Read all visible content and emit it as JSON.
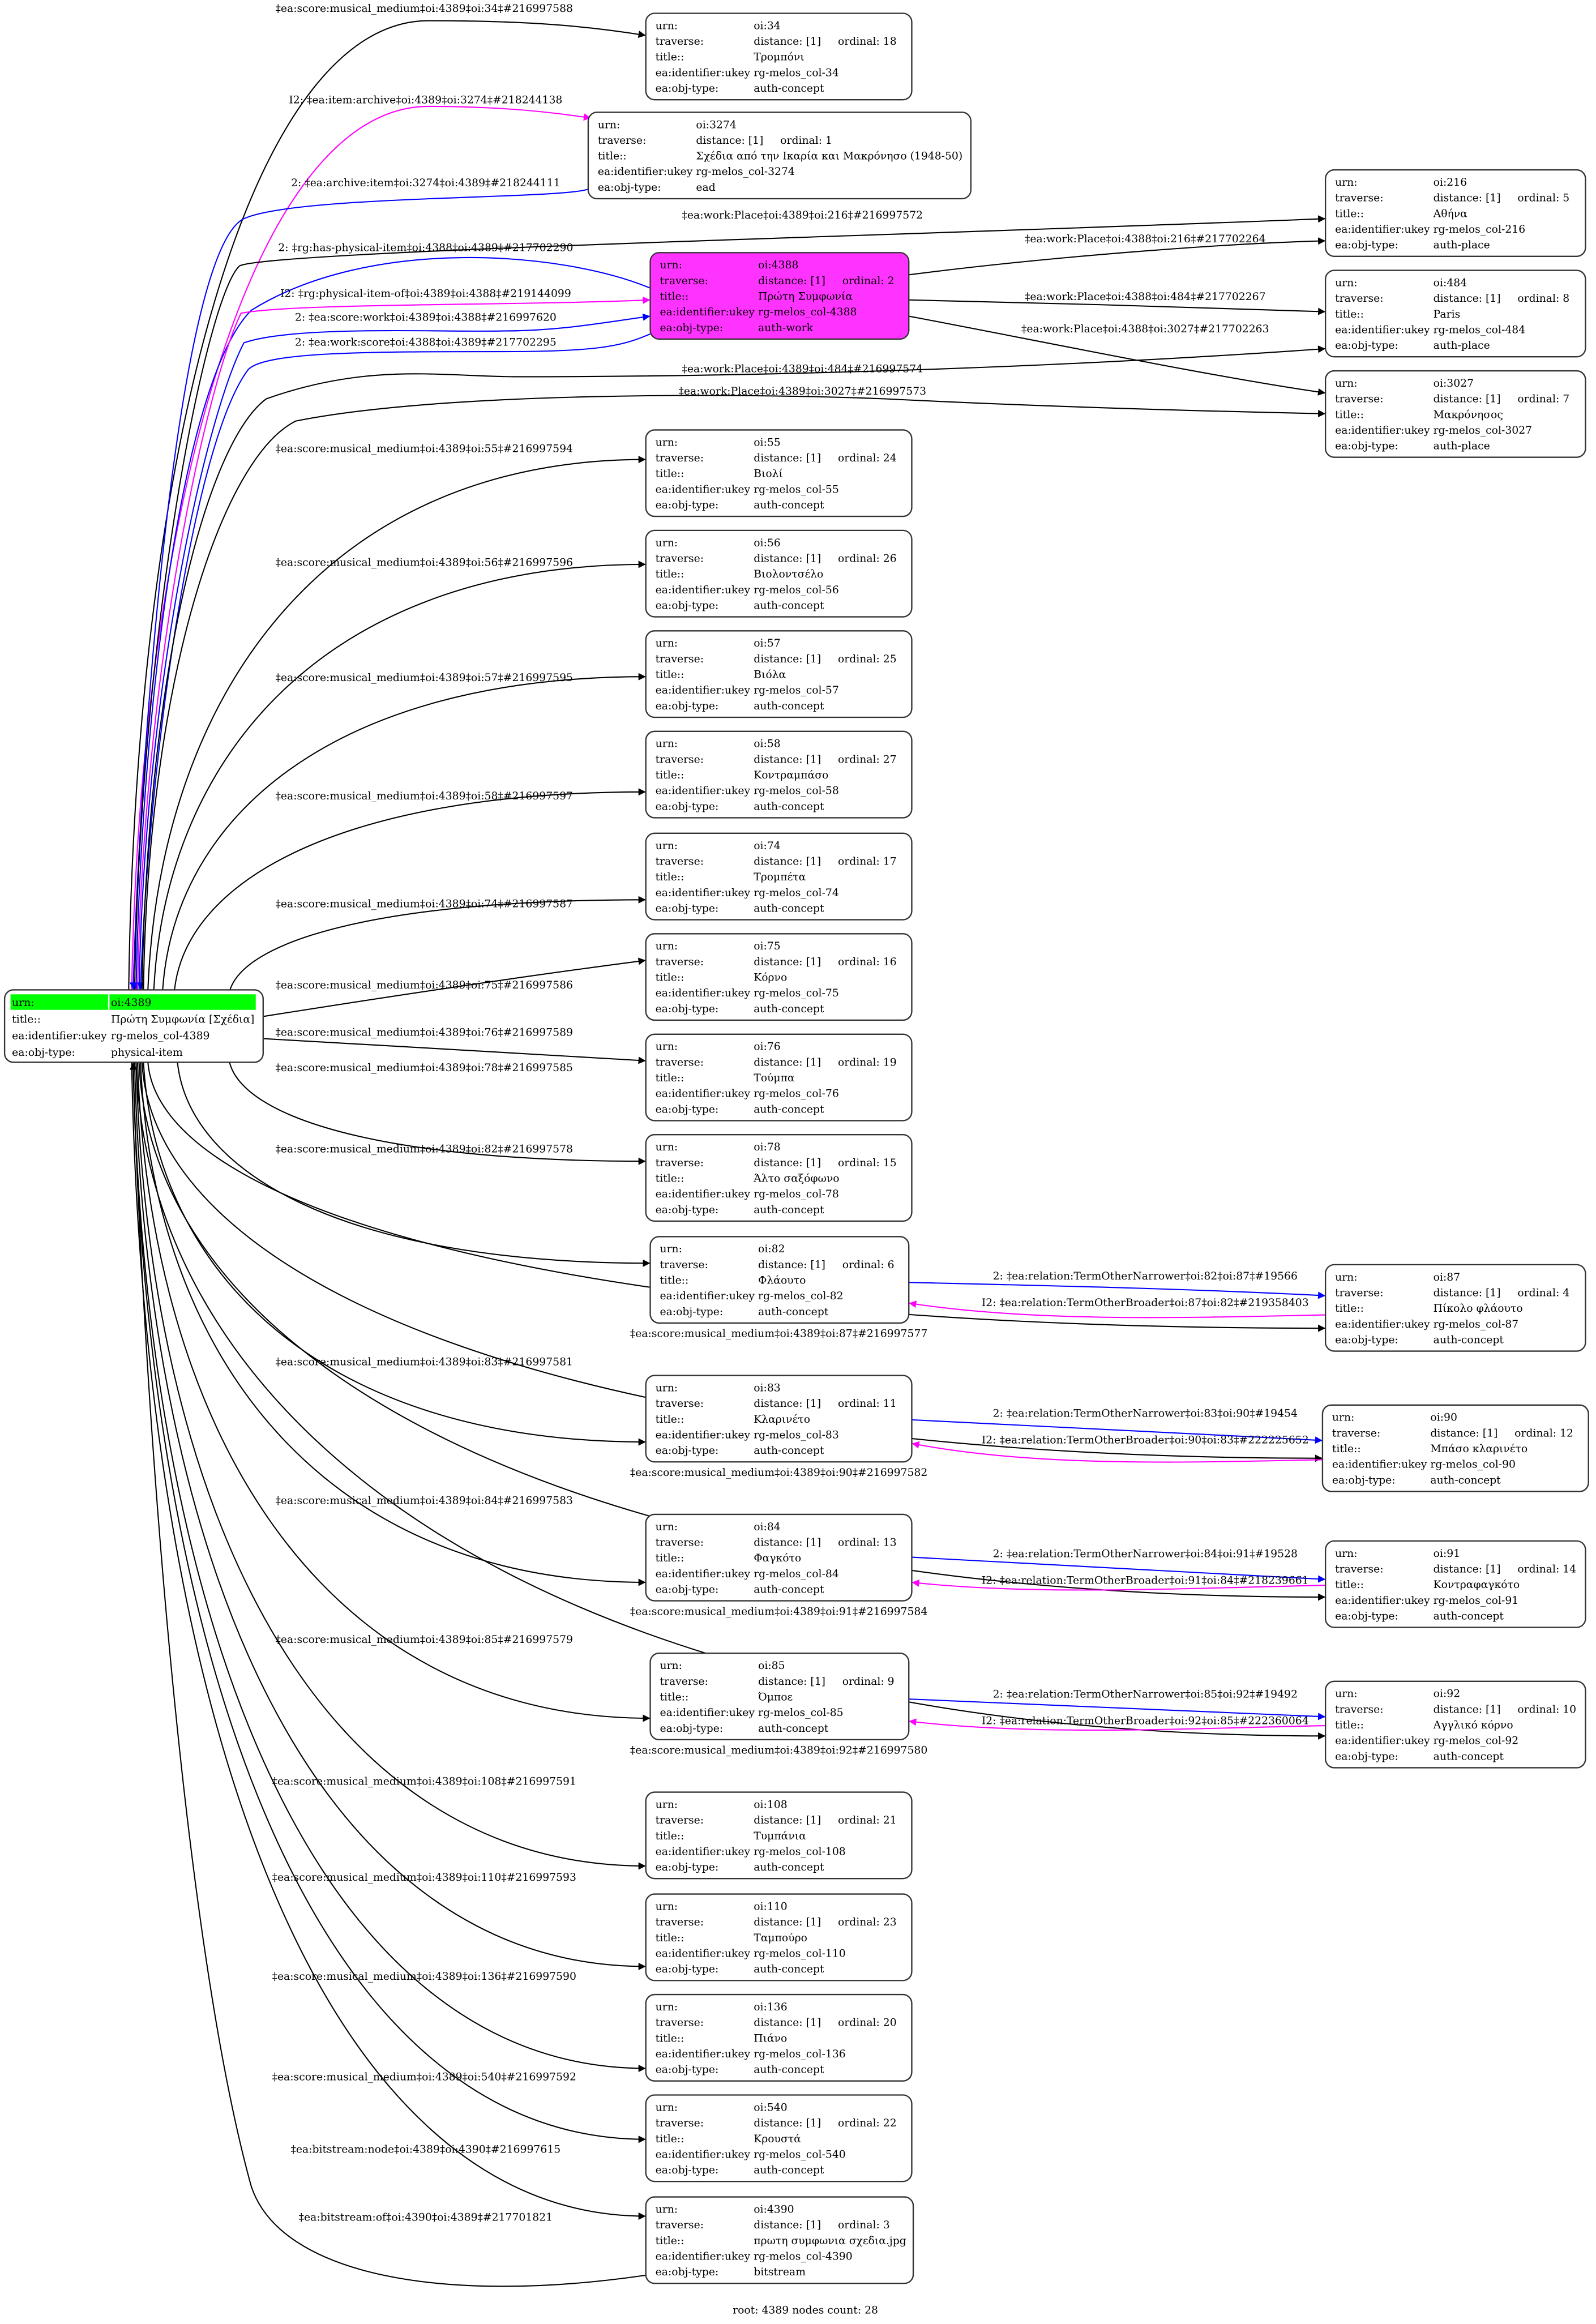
{
  "graph": {
    "footer": "root: 4389 nodes count: 28",
    "field_labels": {
      "urn": "urn:",
      "traverse": "traverse:",
      "title": "title::",
      "ukey": "ea:identifier:ukey",
      "obj_type": "ea:obj-type:"
    },
    "colors": {
      "black": "#000000",
      "blue": "#0000ff",
      "magenta": "#ff00ff",
      "highlight_node": "#ff33ff",
      "root_urn": "#00ff00"
    },
    "root": {
      "id": "4389",
      "urn": "oi:4389",
      "title": "Πρώτη Συμφωνία [Σχέδια]",
      "ukey": "rg-melos_col-4389",
      "obj_type": "physical-item"
    },
    "nodes": [
      {
        "id": "34",
        "urn": "oi:34",
        "distance": "distance: [1]",
        "ordinal": "ordinal: 18",
        "title": "Τρομπόνι",
        "ukey": "rg-melos_col-34",
        "obj_type": "auth-concept"
      },
      {
        "id": "3274",
        "urn": "oi:3274",
        "distance": "distance: [1]",
        "ordinal": "ordinal: 1",
        "title": "Σχέδια από την Ικαρία και Μακρόνησο (1948-50)",
        "ukey": "rg-melos_col-3274",
        "obj_type": "ead"
      },
      {
        "id": "216",
        "urn": "oi:216",
        "distance": "distance: [1]",
        "ordinal": "ordinal: 5",
        "title": "Αθήνα",
        "ukey": "rg-melos_col-216",
        "obj_type": "auth-place"
      },
      {
        "id": "4388",
        "urn": "oi:4388",
        "distance": "distance: [1]",
        "ordinal": "ordinal: 2",
        "title": "Πρώτη Συμφωνία",
        "ukey": "rg-melos_col-4388",
        "obj_type": "auth-work",
        "highlight": true
      },
      {
        "id": "484",
        "urn": "oi:484",
        "distance": "distance: [1]",
        "ordinal": "ordinal: 8",
        "title": "Paris",
        "ukey": "rg-melos_col-484",
        "obj_type": "auth-place"
      },
      {
        "id": "3027",
        "urn": "oi:3027",
        "distance": "distance: [1]",
        "ordinal": "ordinal: 7",
        "title": "Μακρόνησος",
        "ukey": "rg-melos_col-3027",
        "obj_type": "auth-place"
      },
      {
        "id": "55",
        "urn": "oi:55",
        "distance": "distance: [1]",
        "ordinal": "ordinal: 24",
        "title": "Βιολί",
        "ukey": "rg-melos_col-55",
        "obj_type": "auth-concept"
      },
      {
        "id": "56",
        "urn": "oi:56",
        "distance": "distance: [1]",
        "ordinal": "ordinal: 26",
        "title": "Βιολοντσέλο",
        "ukey": "rg-melos_col-56",
        "obj_type": "auth-concept"
      },
      {
        "id": "57",
        "urn": "oi:57",
        "distance": "distance: [1]",
        "ordinal": "ordinal: 25",
        "title": "Βιόλα",
        "ukey": "rg-melos_col-57",
        "obj_type": "auth-concept"
      },
      {
        "id": "58",
        "urn": "oi:58",
        "distance": "distance: [1]",
        "ordinal": "ordinal: 27",
        "title": "Κοντραμπάσο",
        "ukey": "rg-melos_col-58",
        "obj_type": "auth-concept"
      },
      {
        "id": "74",
        "urn": "oi:74",
        "distance": "distance: [1]",
        "ordinal": "ordinal: 17",
        "title": "Τρομπέτα",
        "ukey": "rg-melos_col-74",
        "obj_type": "auth-concept"
      },
      {
        "id": "75",
        "urn": "oi:75",
        "distance": "distance: [1]",
        "ordinal": "ordinal: 16",
        "title": "Κόρνο",
        "ukey": "rg-melos_col-75",
        "obj_type": "auth-concept"
      },
      {
        "id": "76",
        "urn": "oi:76",
        "distance": "distance: [1]",
        "ordinal": "ordinal: 19",
        "title": "Τούμπα",
        "ukey": "rg-melos_col-76",
        "obj_type": "auth-concept"
      },
      {
        "id": "78",
        "urn": "oi:78",
        "distance": "distance: [1]",
        "ordinal": "ordinal: 15",
        "title": "Άλτο σαξόφωνο",
        "ukey": "rg-melos_col-78",
        "obj_type": "auth-concept"
      },
      {
        "id": "82",
        "urn": "oi:82",
        "distance": "distance: [1]",
        "ordinal": "ordinal: 6",
        "title": "Φλάουτο",
        "ukey": "rg-melos_col-82",
        "obj_type": "auth-concept"
      },
      {
        "id": "87",
        "urn": "oi:87",
        "distance": "distance: [1]",
        "ordinal": "ordinal: 4",
        "title": "Πίκολο φλάουτο",
        "ukey": "rg-melos_col-87",
        "obj_type": "auth-concept"
      },
      {
        "id": "83",
        "urn": "oi:83",
        "distance": "distance: [1]",
        "ordinal": "ordinal: 11",
        "title": "Κλαρινέτο",
        "ukey": "rg-melos_col-83",
        "obj_type": "auth-concept"
      },
      {
        "id": "90",
        "urn": "oi:90",
        "distance": "distance: [1]",
        "ordinal": "ordinal: 12",
        "title": "Μπάσο κλαρινέτο",
        "ukey": "rg-melos_col-90",
        "obj_type": "auth-concept"
      },
      {
        "id": "84",
        "urn": "oi:84",
        "distance": "distance: [1]",
        "ordinal": "ordinal: 13",
        "title": "Φαγκότο",
        "ukey": "rg-melos_col-84",
        "obj_type": "auth-concept"
      },
      {
        "id": "91",
        "urn": "oi:91",
        "distance": "distance: [1]",
        "ordinal": "ordinal: 14",
        "title": "Κοντραφαγκότο",
        "ukey": "rg-melos_col-91",
        "obj_type": "auth-concept"
      },
      {
        "id": "85",
        "urn": "oi:85",
        "distance": "distance: [1]",
        "ordinal": "ordinal: 9",
        "title": "Όμποε",
        "ukey": "rg-melos_col-85",
        "obj_type": "auth-concept"
      },
      {
        "id": "92",
        "urn": "oi:92",
        "distance": "distance: [1]",
        "ordinal": "ordinal: 10",
        "title": "Αγγλικό κόρνο",
        "ukey": "rg-melos_col-92",
        "obj_type": "auth-concept"
      },
      {
        "id": "108",
        "urn": "oi:108",
        "distance": "distance: [1]",
        "ordinal": "ordinal: 21",
        "title": "Τυμπάνια",
        "ukey": "rg-melos_col-108",
        "obj_type": "auth-concept"
      },
      {
        "id": "110",
        "urn": "oi:110",
        "distance": "distance: [1]",
        "ordinal": "ordinal: 23",
        "title": "Ταμπούρο",
        "ukey": "rg-melos_col-110",
        "obj_type": "auth-concept"
      },
      {
        "id": "136",
        "urn": "oi:136",
        "distance": "distance: [1]",
        "ordinal": "ordinal: 20",
        "title": "Πιάνο",
        "ukey": "rg-melos_col-136",
        "obj_type": "auth-concept"
      },
      {
        "id": "540",
        "urn": "oi:540",
        "distance": "distance: [1]",
        "ordinal": "ordinal: 22",
        "title": "Κρουστά",
        "ukey": "rg-melos_col-540",
        "obj_type": "auth-concept"
      },
      {
        "id": "4390",
        "urn": "oi:4390",
        "distance": "distance: [1]",
        "ordinal": "ordinal: 3",
        "title": "πρωτη συμφωνια σχεδια.jpg",
        "ukey": "rg-melos_col-4390",
        "obj_type": "bitstream"
      }
    ],
    "edges": [
      {
        "from": "4389",
        "to": "34",
        "color": "black",
        "label": "‡ea:score:musical_medium‡oi:4389‡oi:34‡#216997588"
      },
      {
        "from": "4389",
        "to": "3274",
        "color": "magenta",
        "label": "I2: ‡ea:item:archive‡oi:4389‡oi:3274‡#218244138"
      },
      {
        "from": "3274",
        "to": "4389",
        "color": "blue",
        "label": "2: ‡ea:archive:item‡oi:3274‡oi:4389‡#218244111"
      },
      {
        "from": "4389",
        "to": "216",
        "color": "black",
        "label": "‡ea:work:Place‡oi:4389‡oi:216‡#216997572"
      },
      {
        "from": "4388",
        "to": "4389",
        "color": "blue",
        "label": "2: ‡rg:has-physical-item‡oi:4388‡oi:4389‡#217702290"
      },
      {
        "from": "4389",
        "to": "4388",
        "color": "magenta",
        "label": "I2: ‡rg:physical-item-of‡oi:4389‡oi:4388‡#219144099"
      },
      {
        "from": "4389",
        "to": "4388",
        "color": "blue",
        "label": "2: ‡ea:score:work‡oi:4389‡oi:4388‡#216997620"
      },
      {
        "from": "4388",
        "to": "4389",
        "color": "blue",
        "label": "2: ‡ea:work:score‡oi:4388‡oi:4389‡#217702295"
      },
      {
        "from": "4389",
        "to": "484",
        "color": "black",
        "label": "‡ea:work:Place‡oi:4389‡oi:484‡#216997574"
      },
      {
        "from": "4389",
        "to": "3027",
        "color": "black",
        "label": "‡ea:work:Place‡oi:4389‡oi:3027‡#216997573"
      },
      {
        "from": "4388",
        "to": "216",
        "color": "black",
        "label": "‡ea:work:Place‡oi:4388‡oi:216‡#217702264"
      },
      {
        "from": "4388",
        "to": "484",
        "color": "black",
        "label": "‡ea:work:Place‡oi:4388‡oi:484‡#217702267"
      },
      {
        "from": "4388",
        "to": "3027",
        "color": "black",
        "label": "‡ea:work:Place‡oi:4388‡oi:3027‡#217702263"
      },
      {
        "from": "4389",
        "to": "55",
        "color": "black",
        "label": "‡ea:score:musical_medium‡oi:4389‡oi:55‡#216997594"
      },
      {
        "from": "4389",
        "to": "56",
        "color": "black",
        "label": "‡ea:score:musical_medium‡oi:4389‡oi:56‡#216997596"
      },
      {
        "from": "4389",
        "to": "57",
        "color": "black",
        "label": "‡ea:score:musical_medium‡oi:4389‡oi:57‡#216997595"
      },
      {
        "from": "4389",
        "to": "58",
        "color": "black",
        "label": "‡ea:score:musical_medium‡oi:4389‡oi:58‡#216997597"
      },
      {
        "from": "4389",
        "to": "74",
        "color": "black",
        "label": "‡ea:score:musical_medium‡oi:4389‡oi:74‡#216997587"
      },
      {
        "from": "4389",
        "to": "75",
        "color": "black",
        "label": "‡ea:score:musical_medium‡oi:4389‡oi:75‡#216997586"
      },
      {
        "from": "4389",
        "to": "76",
        "color": "black",
        "label": "‡ea:score:musical_medium‡oi:4389‡oi:76‡#216997589"
      },
      {
        "from": "4389",
        "to": "78",
        "color": "black",
        "label": "‡ea:score:musical_medium‡oi:4389‡oi:78‡#216997585"
      },
      {
        "from": "4389",
        "to": "82",
        "color": "black",
        "label": "‡ea:score:musical_medium‡oi:4389‡oi:82‡#216997578"
      },
      {
        "from": "4389",
        "to": "87",
        "color": "black",
        "label": "‡ea:score:musical_medium‡oi:4389‡oi:87‡#216997577"
      },
      {
        "from": "4389",
        "to": "83",
        "color": "black",
        "label": "‡ea:score:musical_medium‡oi:4389‡oi:83‡#216997581"
      },
      {
        "from": "4389",
        "to": "90",
        "color": "black",
        "label": "‡ea:score:musical_medium‡oi:4389‡oi:90‡#216997582"
      },
      {
        "from": "4389",
        "to": "84",
        "color": "black",
        "label": "‡ea:score:musical_medium‡oi:4389‡oi:84‡#216997583"
      },
      {
        "from": "4389",
        "to": "91",
        "color": "black",
        "label": "‡ea:score:musical_medium‡oi:4389‡oi:91‡#216997584"
      },
      {
        "from": "4389",
        "to": "85",
        "color": "black",
        "label": "‡ea:score:musical_medium‡oi:4389‡oi:85‡#216997579"
      },
      {
        "from": "4389",
        "to": "92",
        "color": "black",
        "label": "‡ea:score:musical_medium‡oi:4389‡oi:92‡#216997580"
      },
      {
        "from": "4389",
        "to": "108",
        "color": "black",
        "label": "‡ea:score:musical_medium‡oi:4389‡oi:108‡#216997591"
      },
      {
        "from": "4389",
        "to": "110",
        "color": "black",
        "label": "‡ea:score:musical_medium‡oi:4389‡oi:110‡#216997593"
      },
      {
        "from": "4389",
        "to": "136",
        "color": "black",
        "label": "‡ea:score:musical_medium‡oi:4389‡oi:136‡#216997590"
      },
      {
        "from": "4389",
        "to": "540",
        "color": "black",
        "label": "‡ea:score:musical_medium‡oi:4389‡oi:540‡#216997592"
      },
      {
        "from": "4389",
        "to": "4390",
        "color": "black",
        "label": "‡ea:bitstream:node‡oi:4389‡oi:4390‡#216997615"
      },
      {
        "from": "4390",
        "to": "4389",
        "color": "black",
        "label": "‡ea:bitstream:of‡oi:4390‡oi:4389‡#217701821"
      },
      {
        "from": "82",
        "to": "87",
        "color": "blue",
        "label": "2: ‡ea:relation:TermOtherNarrower‡oi:82‡oi:87‡#19566"
      },
      {
        "from": "87",
        "to": "82",
        "color": "magenta",
        "label": "I2: ‡ea:relation:TermOtherBroader‡oi:87‡oi:82‡#219358403"
      },
      {
        "from": "83",
        "to": "90",
        "color": "blue",
        "label": "2: ‡ea:relation:TermOtherNarrower‡oi:83‡oi:90‡#19454"
      },
      {
        "from": "90",
        "to": "83",
        "color": "magenta",
        "label": "I2: ‡ea:relation:TermOtherBroader‡oi:90‡oi:83‡#222225652"
      },
      {
        "from": "84",
        "to": "91",
        "color": "blue",
        "label": "2: ‡ea:relation:TermOtherNarrower‡oi:84‡oi:91‡#19528"
      },
      {
        "from": "91",
        "to": "84",
        "color": "magenta",
        "label": "I2: ‡ea:relation:TermOtherBroader‡oi:91‡oi:84‡#218239661"
      },
      {
        "from": "85",
        "to": "92",
        "color": "blue",
        "label": "2: ‡ea:relation:TermOtherNarrower‡oi:85‡oi:92‡#19492"
      },
      {
        "from": "92",
        "to": "85",
        "color": "magenta",
        "label": "I2: ‡ea:relation:TermOtherBroader‡oi:92‡oi:85‡#222360064"
      }
    ]
  }
}
